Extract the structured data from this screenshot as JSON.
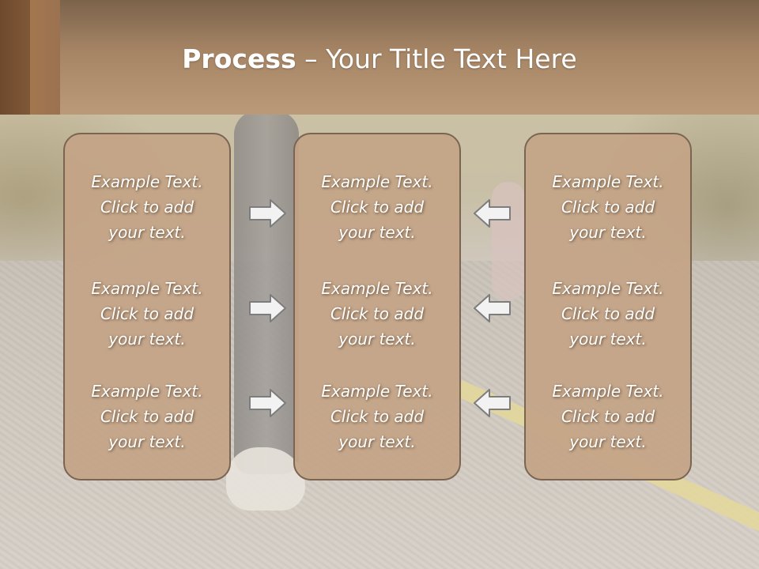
{
  "slide": {
    "title_bold": "Process",
    "title_rest": " – Your Title Text Here"
  },
  "columns": [
    {
      "items": [
        {
          "line1": "Example Text.",
          "line2": "Click  to add",
          "line3": "your text."
        },
        {
          "line1": "Example Text.",
          "line2": "Click  to add",
          "line3": "your text."
        },
        {
          "line1": "Example Text.",
          "line2": "Click  to add",
          "line3": "your text."
        }
      ]
    },
    {
      "items": [
        {
          "line1": "Example Text.",
          "line2": "Click  to add",
          "line3": "your text."
        },
        {
          "line1": "Example Text.",
          "line2": "Click  to add",
          "line3": "your text."
        },
        {
          "line1": "Example Text.",
          "line2": "Click  to add",
          "line3": "your text."
        }
      ]
    },
    {
      "items": [
        {
          "line1": "Example Text.",
          "line2": "Click  to add",
          "line3": "your text."
        },
        {
          "line1": "Example Text.",
          "line2": "Click  to add",
          "line3": "your text."
        },
        {
          "line1": "Example Text.",
          "line2": "Click  to add",
          "line3": "your text."
        }
      ]
    }
  ],
  "arrows": {
    "left_group": "arrow-right-icon",
    "right_group": "arrow-left-icon"
  },
  "colors": {
    "header": "#a68565",
    "box_fill": "#c4a486",
    "box_border": "#7a6552",
    "arrow_fill": "#f2f2f2",
    "arrow_stroke": "#7d7d7d"
  }
}
